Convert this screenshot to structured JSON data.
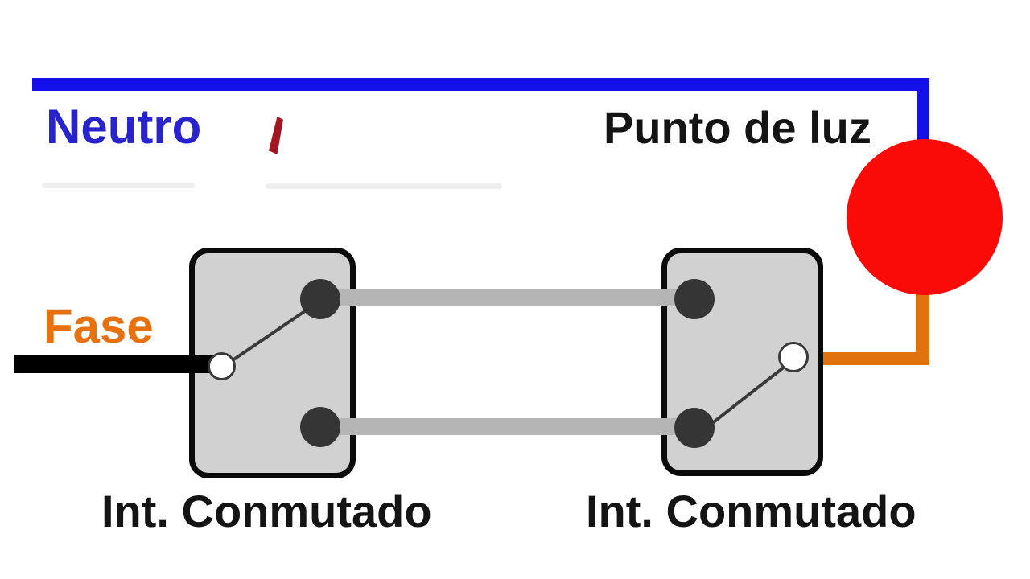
{
  "diagram": {
    "wires": {
      "neutral": {
        "label": "Neutro",
        "color": "#1410EA",
        "label_color": "#2823CD"
      },
      "phase": {
        "label": "Fase",
        "label_color": "#E7700F",
        "feed_color": "#000000",
        "return_color": "#E2720E"
      },
      "travelers": {
        "color": "#B5B5B5"
      }
    },
    "light_point": {
      "label": "Punto de luz",
      "lamp_color": "#FA0B08"
    },
    "switches": [
      {
        "label": "Int. Conmutado",
        "position": "left",
        "fill": "#D1D1D1",
        "border": "#0A0A0A",
        "terminal_color": "#353535"
      },
      {
        "label": "Int. Conmutado",
        "position": "right",
        "fill": "#D1D1D1",
        "border": "#0A0A0A",
        "terminal_color": "#353535"
      }
    ],
    "artifacts": {
      "stray_mark_color": "#A21522",
      "smudge_color": "#DCDCDC"
    }
  }
}
